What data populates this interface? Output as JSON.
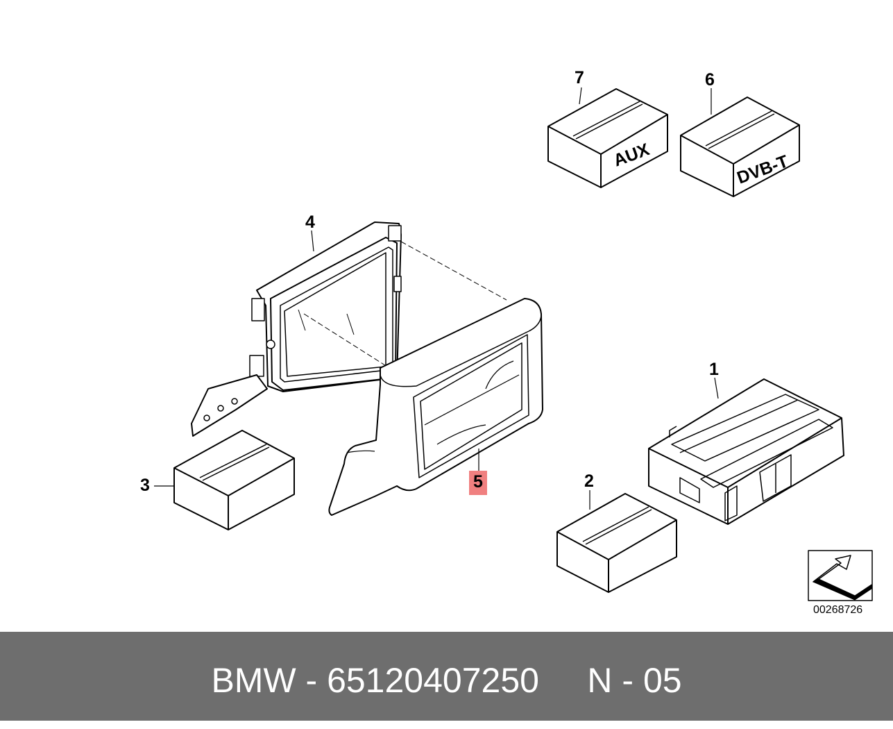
{
  "callouts": {
    "c1": "1",
    "c2": "2",
    "c3": "3",
    "c4": "4",
    "c5": "5",
    "c6": "6",
    "c7": "7"
  },
  "box_labels": {
    "aux": "AUX",
    "dvbt": "DVB-T"
  },
  "reference_code": "00268726",
  "footer": {
    "text": "BMW - 65120407250     N - 05"
  },
  "colors": {
    "highlight": "#f08080",
    "footer_bg": "#6e6e6e",
    "box_top": "#ffffff"
  }
}
